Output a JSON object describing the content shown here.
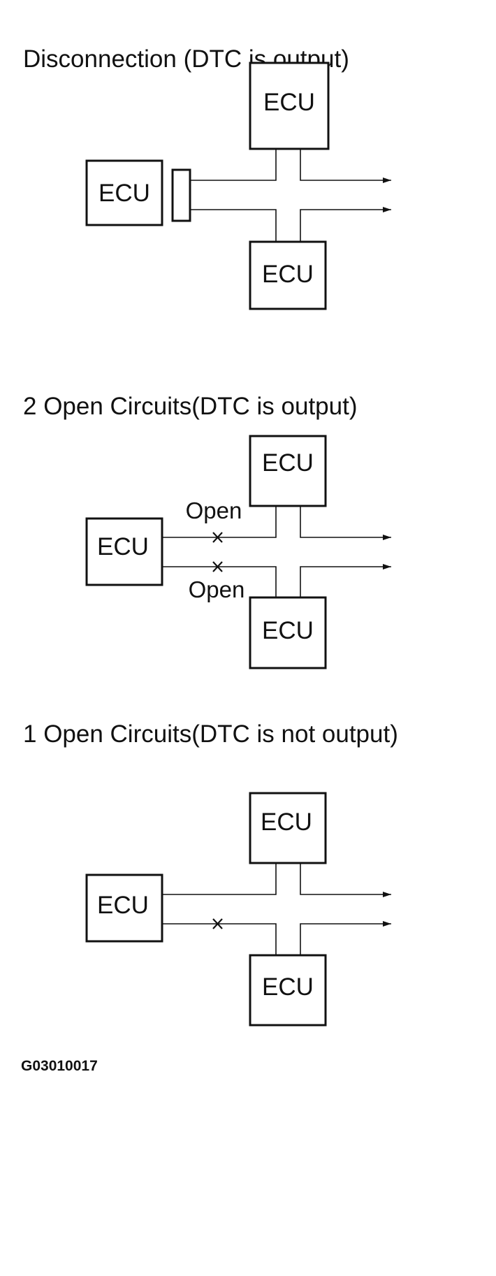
{
  "sections": [
    {
      "title": "Disconnection (DTC is output)",
      "ecu_labels": [
        "ECU",
        "ECU",
        "ECU"
      ]
    },
    {
      "title": "2 Open Circuits(DTC is output)",
      "ecu_labels": [
        "ECU",
        "ECU",
        "ECU"
      ],
      "open_labels": [
        "Open",
        "Open"
      ]
    },
    {
      "title": "1 Open Circuits(DTC is not output)",
      "ecu_labels": [
        "ECU",
        "ECU",
        "ECU"
      ]
    }
  ],
  "figure_code": "G03010017",
  "icons": [
    "open-circuit-x-icon",
    "arrow-right-icon",
    "connector-icon"
  ]
}
